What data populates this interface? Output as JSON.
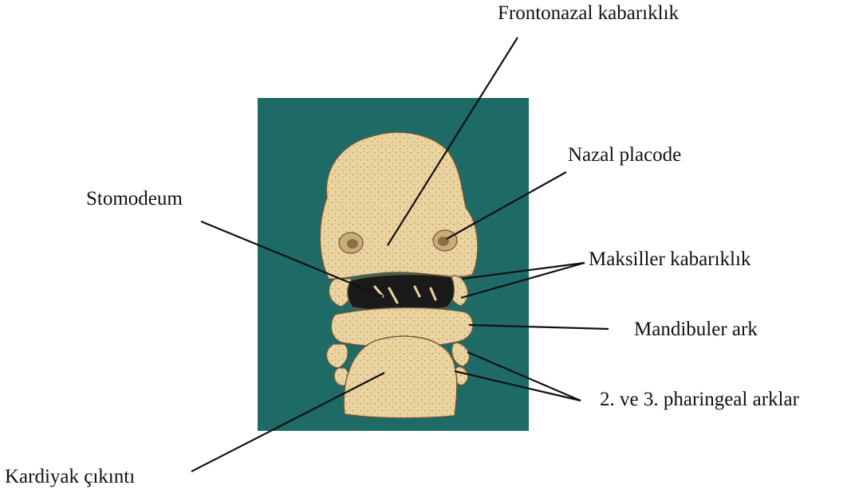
{
  "labels": {
    "frontonazal": "Frontonazal kabarıklık",
    "nazal_placode": "Nazal placode",
    "stomodeum": "Stomodeum",
    "maksiller": "Maksiller kabarıklık",
    "mandibuler": "Mandibuler ark",
    "pharingeal": "2. ve 3. pharingeal arklar",
    "kardiyak": "Kardiyak çıkıntı"
  },
  "colors": {
    "panel_background": "#1e6a66",
    "tissue_fill": "#ecd4a0",
    "tissue_stroke": "#6b5a3a",
    "mouth_dark": "#1a1a1a",
    "leader_line": "#111111"
  }
}
